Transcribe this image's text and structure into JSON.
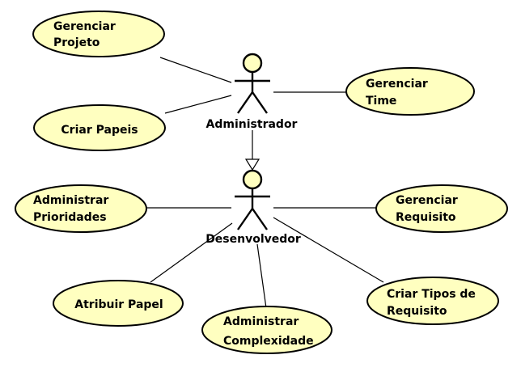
{
  "colors": {
    "use_case_fill": "#ffffc0",
    "line": "#000000",
    "background": "#ffffff"
  },
  "actors": {
    "administrador": {
      "name": "Administrador",
      "icon": "stick-figure-actor"
    },
    "desenvolvedor": {
      "name": "Desenvolvedor",
      "icon": "stick-figure-actor"
    }
  },
  "use_cases": {
    "gerenciar_projeto": {
      "line1": "Gerenciar",
      "line2": "Projeto"
    },
    "criar_papeis": {
      "line1": "Criar Papeis"
    },
    "gerenciar_time": {
      "line1": "Gerenciar",
      "line2": "Time"
    },
    "administrar_prioridades": {
      "line1": "Administrar",
      "line2": "Prioridades"
    },
    "gerenciar_requisito": {
      "line1": "Gerenciar",
      "line2": "Requisito"
    },
    "atribuir_papel": {
      "line1": "Atribuir Papel"
    },
    "administrar_complexidade": {
      "line1": "Administrar",
      "line2": "Complexidade"
    },
    "criar_tipos_de_requisito": {
      "line1": "Criar Tipos de",
      "line2": "Requisito"
    }
  }
}
